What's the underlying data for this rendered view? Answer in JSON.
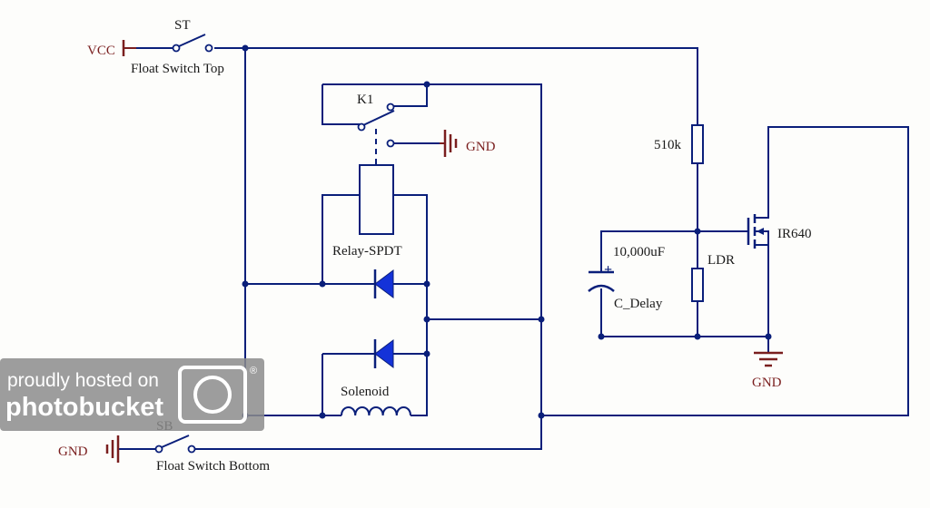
{
  "colors": {
    "background": "#fdfdfb",
    "wire": "#0a1f7a",
    "component": "#0a1f7a",
    "power": "#7a1e1e",
    "diode_fill": "#1432d8",
    "label": "#1a1a1a",
    "watermark_bg": "#8c8c8c",
    "watermark_text": "#ffffff"
  },
  "labels": {
    "vcc": "VCC",
    "st": "ST",
    "float_switch_top": "Float Switch Top",
    "k1": "K1",
    "gnd_relay": "GND",
    "relay": "Relay-SPDT",
    "solenoid": "Solenoid",
    "sb": "SB",
    "gnd_left": "GND",
    "float_switch_bottom": "Float Switch Bottom",
    "r510k": "510k",
    "cap_value": "10,000uF",
    "cap_name": "C_Delay",
    "ldr": "LDR",
    "mosfet": "IR640",
    "gnd_right": "GND",
    "cap_plus": "+"
  },
  "watermark": {
    "line1": "proudly hosted on",
    "line2": "photobucket",
    "registered": "®",
    "logo": "camera-lens-logo"
  }
}
